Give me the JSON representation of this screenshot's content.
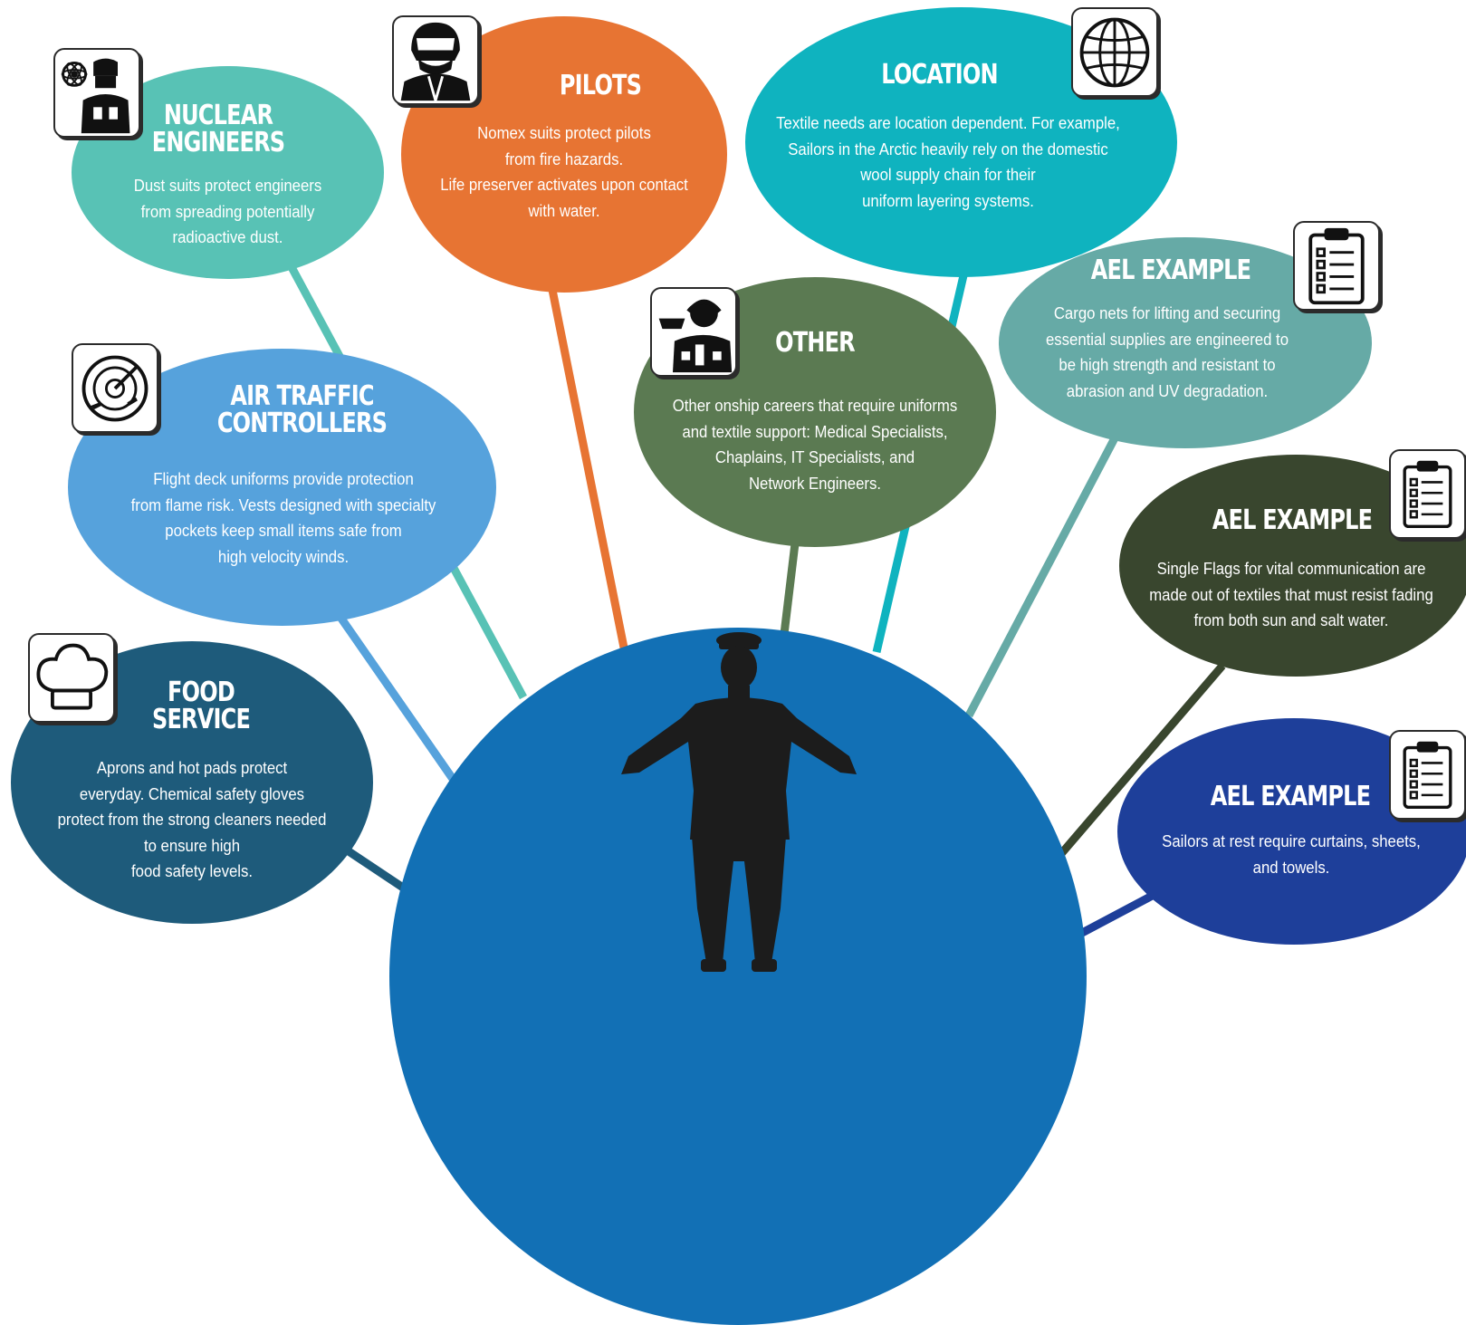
{
  "bubbles": {
    "nuclear": {
      "title": "NUCLEAR\nENGINEERS",
      "text": "Dust suits protect engineers\nfrom spreading potentially\nradioactive dust.",
      "icon": "nuclear-engineer-icon",
      "color": "#58c2b5"
    },
    "pilots": {
      "title": "PILOTS",
      "text": "Nomex suits protect pilots\nfrom fire hazards.\nLife preserver activates upon contact\nwith water.",
      "icon": "pilot-icon",
      "color": "#e77433"
    },
    "location": {
      "title": "LOCATION",
      "text": "Textile needs are location dependent. For example,\nSailors in the Arctic heavily rely on the domestic\nwool supply chain for their\nuniform layering systems.",
      "icon": "globe-icon",
      "color": "#0fb3bf"
    },
    "ael1": {
      "title": "AEL EXAMPLE",
      "text": "Cargo nets for lifting and securing\nessential supplies are engineered to\nbe high strength and resistant to\nabrasion and UV degradation.",
      "icon": "clipboard-checklist-icon",
      "color": "#66aaa6"
    },
    "other": {
      "title": "OTHER",
      "text": "Other onship careers that require uniforms\nand textile support: Medical Specialists,\nChaplains, IT Specialists, and\nNetwork Engineers.",
      "icon": "sailor-with-headset-icon",
      "color": "#5b7a52"
    },
    "atc": {
      "title": "AIR TRAFFIC\nCONTROLLERS",
      "text": "Flight deck uniforms provide protection\nfrom flame risk. Vests designed with specialty\npockets keep small items safe from\nhigh velocity winds.",
      "icon": "radar-icon",
      "color": "#56a2dc"
    },
    "food": {
      "title": "FOOD\nSERVICE",
      "text": "Aprons and hot pads protect\neveryday. Chemical safety gloves\nprotect from the strong cleaners needed\nto ensure high\nfood safety levels.",
      "icon": "chef-hat-icon",
      "color": "#1e5b7b"
    },
    "ael2": {
      "title": "AEL EXAMPLE",
      "text": "Single Flags for vital communication are\nmade out of textiles that must resist fading\nfrom both sun and salt water.",
      "icon": "clipboard-checklist-icon",
      "color": "#39462e"
    },
    "ael3": {
      "title": "AEL EXAMPLE",
      "text": "Sailors at rest require curtains, sheets,\nand towels.",
      "icon": "clipboard-checklist-icon",
      "color": "#1e3f9a"
    }
  },
  "center": {
    "icon": "sailor-silhouette",
    "color": "#1270b5"
  },
  "connector_colors": {
    "nuclear": "#58c2b5",
    "pilots": "#e77433",
    "location": "#0fb3bf",
    "ael1": "#66aaa6",
    "other": "#5b7a52",
    "atc": "#56a2dc",
    "food": "#1e5b7b",
    "ael2": "#39462e",
    "ael3": "#1e3f9a"
  }
}
